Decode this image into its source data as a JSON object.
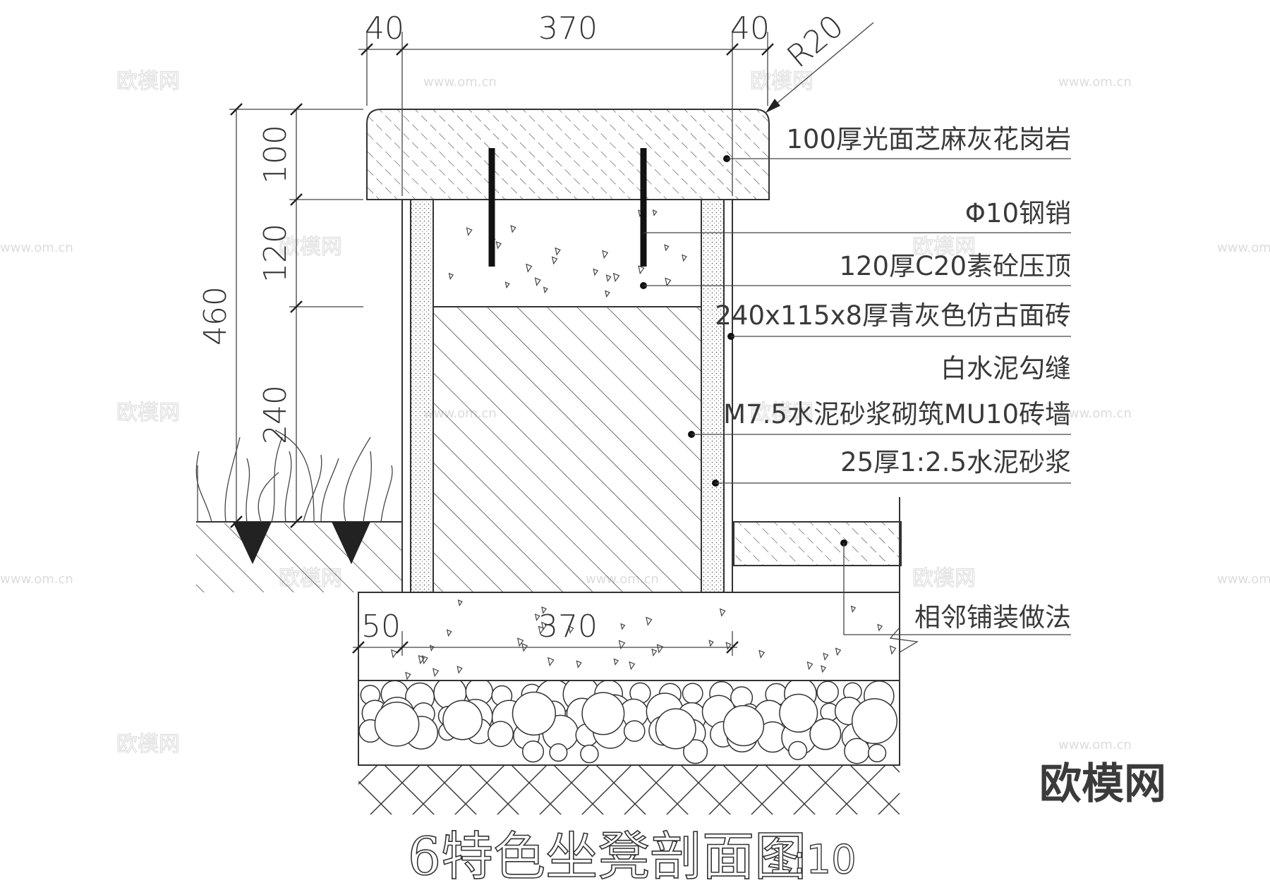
{
  "title": {
    "main": "6特色坐凳剖面图",
    "scale": "1:10"
  },
  "dimensions": {
    "top_left": "40",
    "top_middle": "370",
    "top_right": "40",
    "radius": "R20",
    "total_height": "460",
    "cap_height": "100",
    "coping_height": "120",
    "wall_height": "240",
    "bottom_left": "50",
    "bottom_middle": "370"
  },
  "labels": [
    "100厚光面芝麻灰花岗岩",
    "Φ10钢销",
    "120厚C20素砼压顶",
    "240x115x8厚青灰色仿古面砖",
    "白水泥勾缝",
    "M7.5水泥砂浆砌筑MU10砖墙",
    "25厚1:2.5水泥砂浆",
    "相邻铺装做法"
  ],
  "watermarks": {
    "site": "欧模网",
    "url": "www.om.cn",
    "logo": "欧模网"
  }
}
